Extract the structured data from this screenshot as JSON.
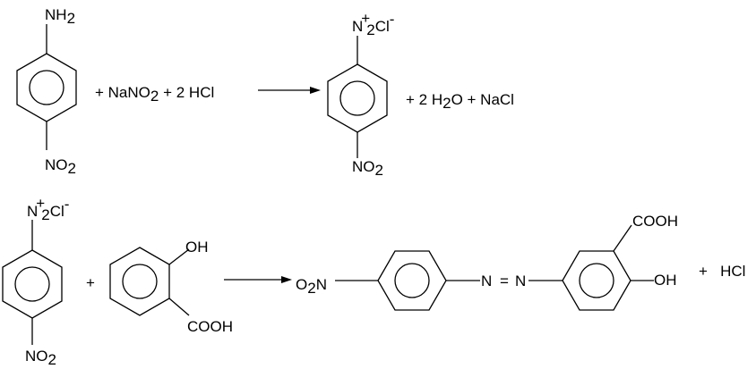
{
  "colors": {
    "ink": "#000000",
    "background": "#ffffff"
  },
  "reaction1": {
    "reactant_top_group": "NH",
    "reactant_top_sub": "2",
    "reactant_bottom_group": "NO",
    "reactant_bottom_sub": "2",
    "reagents_part1": "+ NaNO",
    "reagents_sub": "2",
    "reagents_part2": " + 2 HCl",
    "product_top_n": "N",
    "product_top_charge": "+",
    "product_top_sub": "2",
    "product_top_counterion": "Cl",
    "product_top_counterion_charge": "-",
    "product_bottom_group": "NO",
    "product_bottom_sub": "2",
    "byproducts_part1": "+ 2 H",
    "byproducts_sub": "2",
    "byproducts_part2": "O + NaCl"
  },
  "reaction2": {
    "diazonium_n": "N",
    "diazonium_charge": "+",
    "diazonium_sub": "2",
    "diazonium_counterion": "Cl",
    "diazonium_counterion_charge": "-",
    "diazonium_bottom_group": "NO",
    "diazonium_bottom_sub": "2",
    "plus_sign": "+",
    "salicylic_oh": "OH",
    "salicylic_cooh": "COOH",
    "product_nitro_o": "O",
    "product_nitro_sub": "2",
    "product_nitro_n": "N",
    "azo_left_n": "N",
    "azo_equals": "=",
    "azo_right_n": "N",
    "product_cooh": "COOH",
    "product_oh": "OH",
    "byproduct": "+   HCl"
  }
}
